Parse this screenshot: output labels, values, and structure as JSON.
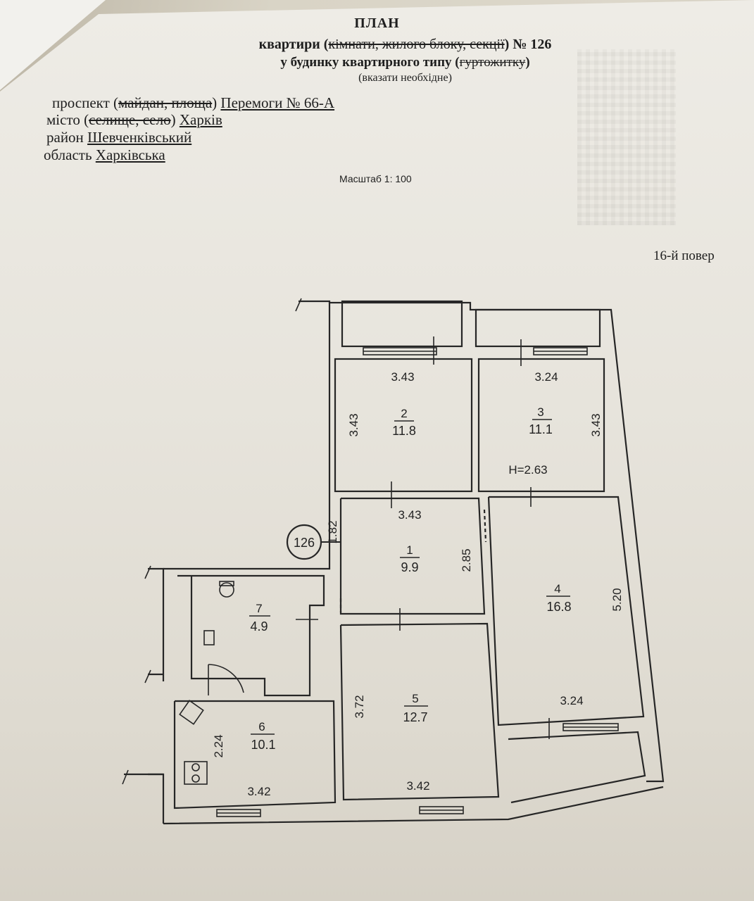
{
  "header": {
    "title": "ПЛАН",
    "line2_a": "квартири (",
    "line2_strike": "кімнати, жилого блоку, секції",
    "line2_b": ") № 126",
    "line3_a": "у будинку квартирного типу (",
    "line3_strike": "гуртожитку",
    "line3_b": ")",
    "line4": "(вказати необхідне)"
  },
  "address": {
    "street_a": "проспект (",
    "street_strike": "майдан, площа",
    "street_b": ") ",
    "street_value": "Перемоги № 66-А",
    "city_a": "місто (",
    "city_strike": "селище, село",
    "city_b": ") ",
    "city_value": "Харків",
    "district_a": "район ",
    "district_value": "Шевченківський",
    "region_a": "область ",
    "region_value": "Харківська"
  },
  "scale": "Масштаб 1: 100",
  "floor": "16-й повер",
  "plan": {
    "apartment_marker": "126",
    "height": "Н=2.63",
    "rooms": [
      {
        "no": "1",
        "area": "9.9"
      },
      {
        "no": "2",
        "area": "11.8"
      },
      {
        "no": "3",
        "area": "11.1"
      },
      {
        "no": "4",
        "area": "16.8"
      },
      {
        "no": "5",
        "area": "12.7"
      },
      {
        "no": "6",
        "area": "10.1"
      },
      {
        "no": "7",
        "area": "4.9"
      }
    ],
    "dims": {
      "r2_w": "3.43",
      "r2_h": "3.43",
      "r3_w": "3.24",
      "r3_h": "3.43",
      "r1_w": "3.43",
      "r1_h": "2.85",
      "corridor": "1.82",
      "r4_w": "3.24",
      "r4_h": "5.20",
      "r5_w": "3.42",
      "r5_h": "3.72",
      "r6_w": "3.42",
      "r6_h": "2.24"
    }
  }
}
